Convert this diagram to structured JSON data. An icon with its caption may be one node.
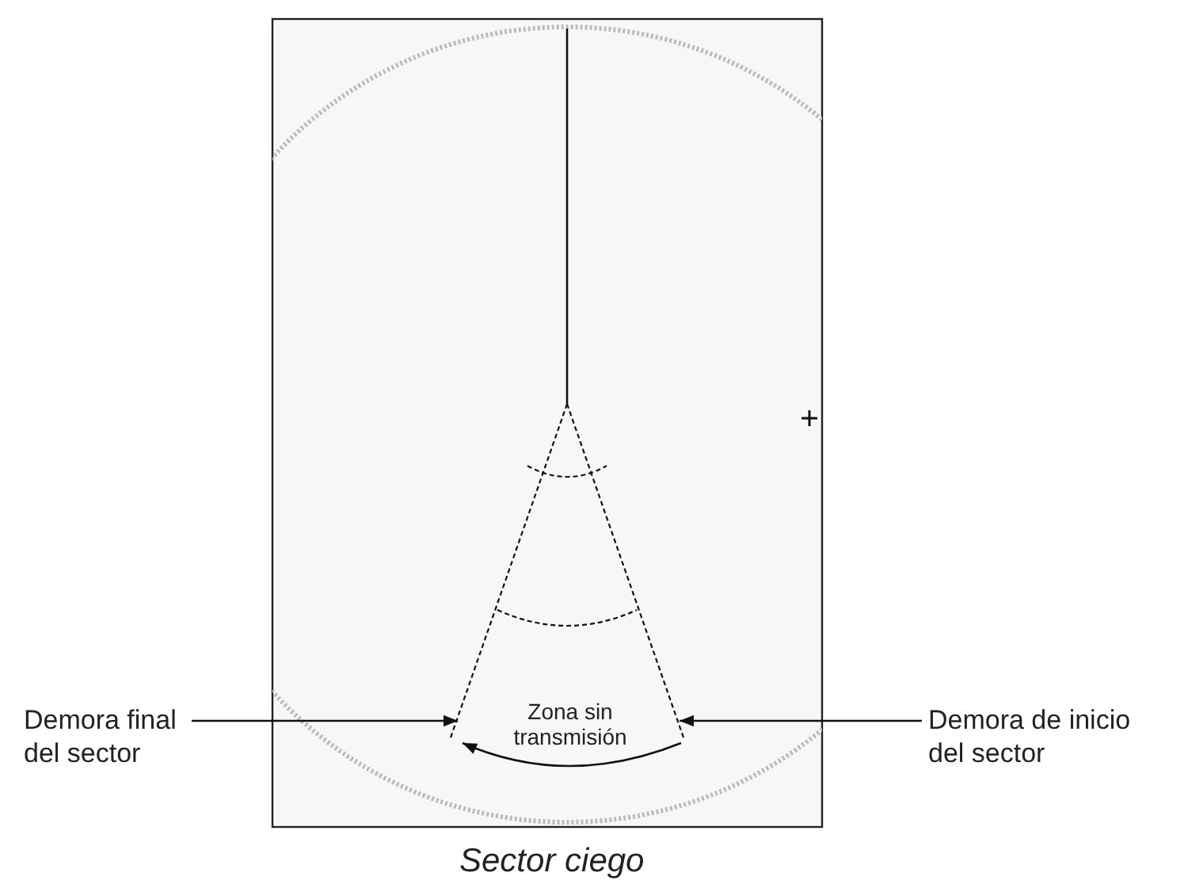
{
  "diagram": {
    "caption": "Sector ciego",
    "nodes": [
      {
        "text": [
          "Demora final del sector"
        ]
      },
      {
        "text": [
          "Demora de inicio del sector"
        ]
      }
    ],
    "edges": [
      {
        "from": 0,
        "to": null,
        "arrow": "to"
      },
      {
        "from": 1,
        "to": null,
        "arrow": "to"
      }
    ],
    "labels": [
      "Zona sin transmisión"
    ]
  }
}
